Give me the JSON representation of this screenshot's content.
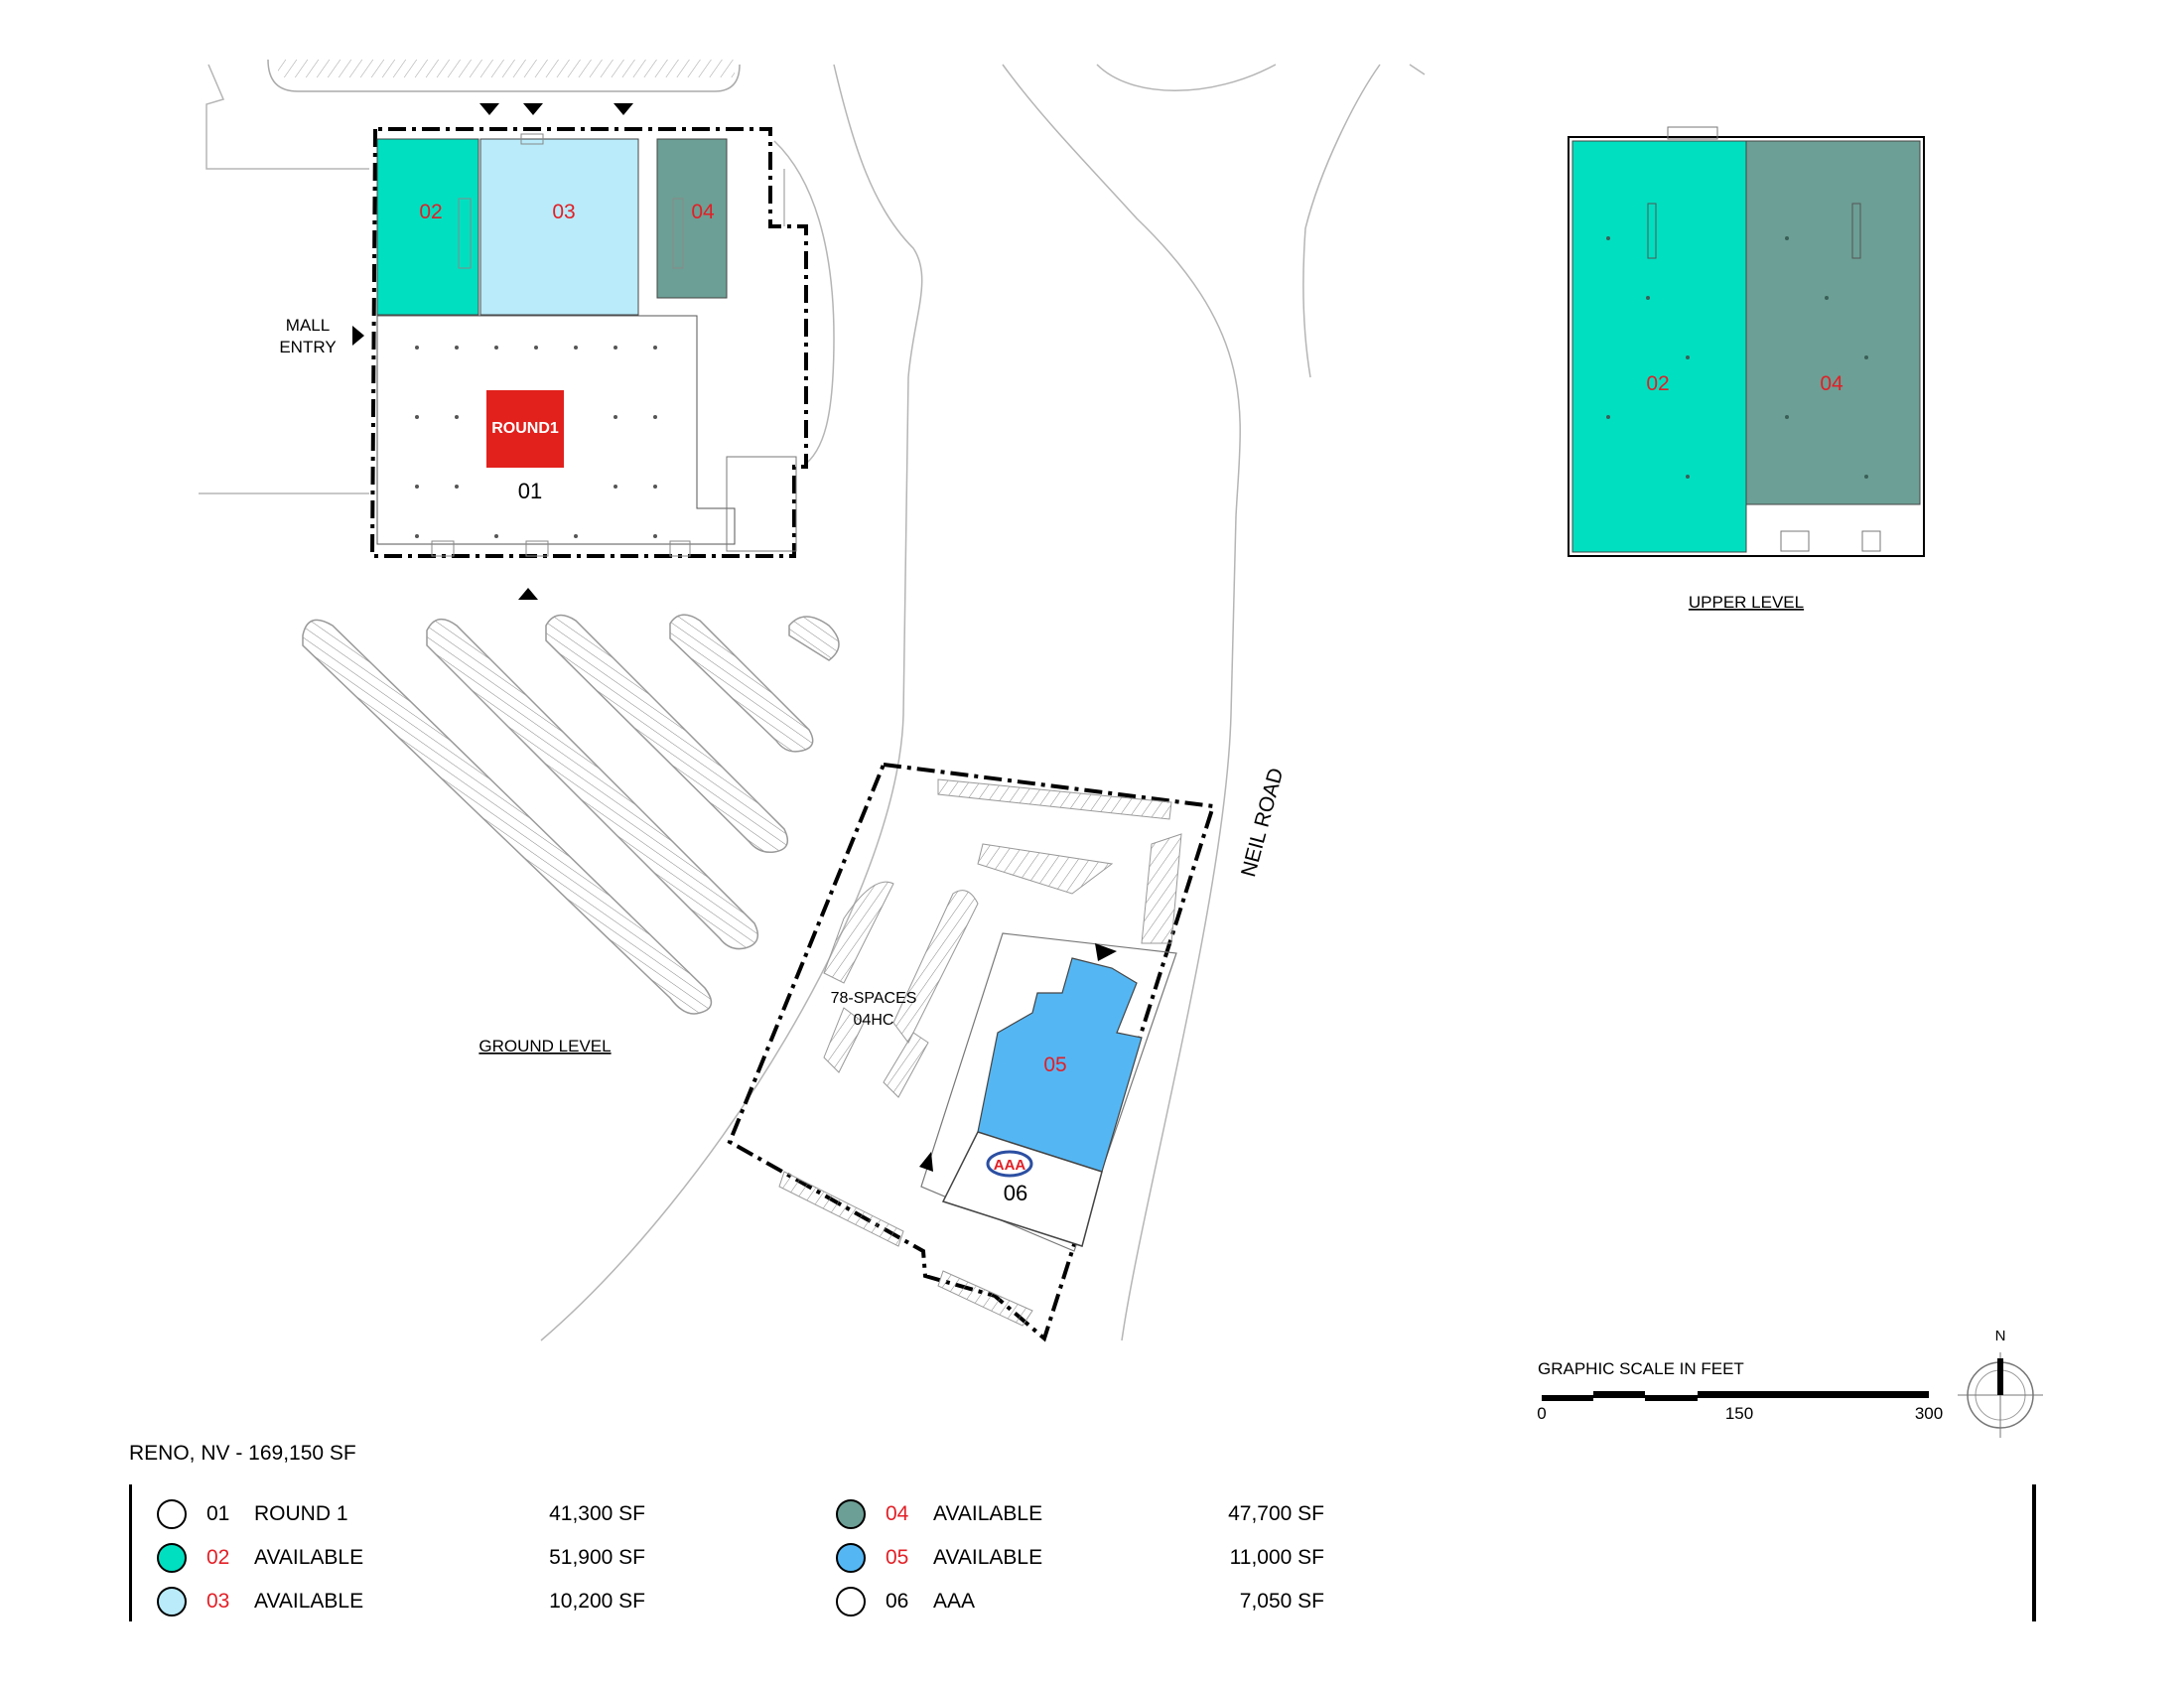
{
  "colors": {
    "space_01": "#ffffff",
    "space_02": "#00dfc0",
    "space_03": "#b9ebfa",
    "space_04": "#6c9f95",
    "space_05": "#54b7f4",
    "space_06": "#ffffff",
    "unit_red": "#e21f26",
    "round1_brand": "#e2211c"
  },
  "plan": {
    "ground_label": "GROUND LEVEL",
    "upper_label": "UPPER LEVEL",
    "mall_entry_line1": "MALL",
    "mall_entry_line2": "ENTRY",
    "road_label": "NEIL ROAD",
    "parking_line1": "78-SPACES",
    "parking_line2": "04HC",
    "units": {
      "u01": "01",
      "u02": "02",
      "u03": "03",
      "u04": "04",
      "u05": "05",
      "u06": "06",
      "upper02": "02",
      "upper04": "04"
    },
    "round1_logo_text": "ROUND1",
    "aaa_logo_text": "AAA"
  },
  "scale": {
    "title": "GRAPHIC SCALE IN FEET",
    "tick0": "0",
    "tick150": "150",
    "tick300": "300"
  },
  "north_label": "N",
  "legend": {
    "title": "RENO, NV - 169,150 SF",
    "rows": [
      {
        "num": "01",
        "name": "ROUND 1",
        "sf": "41,300 SF",
        "color": "#ffffff",
        "num_red": false
      },
      {
        "num": "02",
        "name": "AVAILABLE",
        "sf": "51,900 SF",
        "color": "#00dfc0",
        "num_red": true
      },
      {
        "num": "03",
        "name": "AVAILABLE",
        "sf": "10,200 SF",
        "color": "#b9ebfa",
        "num_red": true
      },
      {
        "num": "04",
        "name": "AVAILABLE",
        "sf": "47,700 SF",
        "color": "#6c9f95",
        "num_red": true
      },
      {
        "num": "05",
        "name": "AVAILABLE",
        "sf": "11,000 SF",
        "color": "#54b7f4",
        "num_red": true
      },
      {
        "num": "06",
        "name": "AAA",
        "sf": "7,050 SF",
        "color": "#ffffff",
        "num_red": false
      }
    ]
  }
}
